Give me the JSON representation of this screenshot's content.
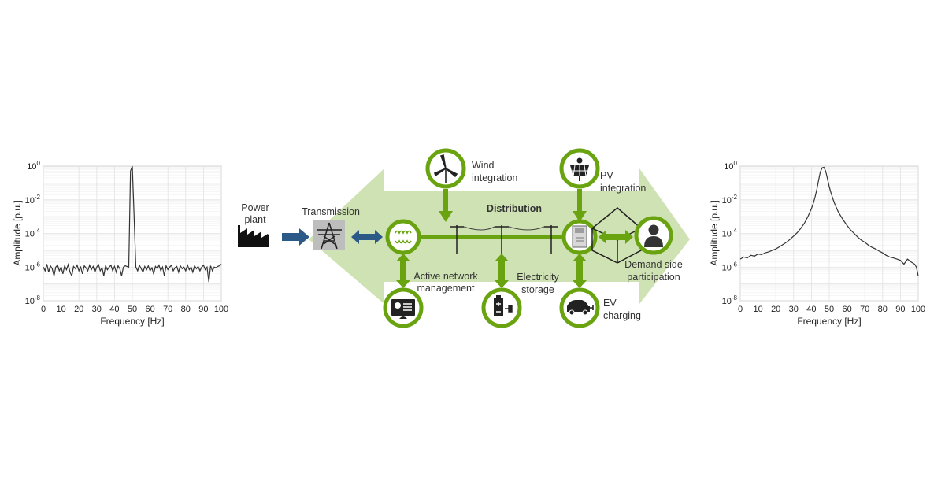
{
  "chart_data": [
    {
      "type": "line",
      "xlabel": "Frequency [Hz]",
      "ylabel": "Amplitude [p.u.]",
      "xlim": [
        0,
        100
      ],
      "ylim_log10": [
        -8,
        0
      ],
      "yscale": "log",
      "grid": true,
      "x_ticks": [
        "0",
        "10",
        "20",
        "30",
        "40",
        "50",
        "60",
        "70",
        "80",
        "90",
        "100"
      ],
      "y_ticks": [
        {
          "base": "10",
          "exp": "0"
        },
        {
          "base": "10",
          "exp": "-2"
        },
        {
          "base": "10",
          "exp": "-4"
        },
        {
          "base": "10",
          "exp": "-6"
        },
        {
          "base": "10",
          "exp": "-8"
        }
      ],
      "series": [
        {
          "x": [
            0,
            1,
            2,
            3,
            4,
            5,
            6,
            7,
            8,
            9,
            10,
            11,
            12,
            13,
            14,
            15,
            16,
            17,
            18,
            19,
            20,
            21,
            22,
            23,
            24,
            25,
            26,
            27,
            28,
            29,
            30,
            31,
            32,
            33,
            34,
            35,
            36,
            37,
            38,
            39,
            40,
            41,
            42,
            43,
            44,
            45,
            46,
            47,
            48,
            49,
            50,
            51,
            52,
            53,
            54,
            55,
            56,
            57,
            58,
            59,
            60,
            61,
            62,
            63,
            64,
            65,
            66,
            67,
            68,
            69,
            70,
            71,
            72,
            73,
            74,
            75,
            76,
            77,
            78,
            79,
            80,
            81,
            82,
            83,
            84,
            85,
            86,
            87,
            88,
            89,
            90,
            91,
            92,
            93,
            94,
            95,
            96,
            97,
            98,
            99,
            100
          ],
          "y": [
            1e-06,
            6e-07,
            1.5e-06,
            5e-07,
            1.2e-06,
            8e-07,
            3e-07,
            1e-06,
            1.3e-06,
            6e-07,
            1e-06,
            4e-07,
            1.2e-06,
            7e-07,
            1.4e-06,
            5e-07,
            3e-07,
            1.1e-06,
            8e-07,
            1.3e-06,
            6e-07,
            1e-06,
            4e-07,
            1.2e-06,
            9e-07,
            6e-07,
            1.3e-06,
            7e-07,
            1.1e-06,
            5e-07,
            1e-06,
            1.4e-06,
            6e-07,
            9e-07,
            3e-07,
            1.2e-06,
            7e-07,
            1e-06,
            1.3e-06,
            6e-07,
            1.1e-06,
            5e-07,
            1.2e-06,
            8e-07,
            3e-07,
            1e-06,
            1.2e-06,
            1.1e-06,
            1e-06,
            0.5,
            1.0,
            0.001,
            1e-06,
            6e-07,
            1.3e-06,
            8e-07,
            5e-07,
            1.1e-06,
            7e-07,
            1.2e-06,
            6e-07,
            9e-07,
            4e-07,
            1.1e-06,
            8e-07,
            1.3e-06,
            6e-07,
            1e-06,
            3e-07,
            1.2e-06,
            7e-07,
            1e-06,
            1.3e-06,
            6e-07,
            9e-07,
            1.1e-06,
            5e-07,
            1.2e-06,
            8e-07,
            1e-06,
            6e-07,
            1.3e-06,
            7e-07,
            1e-06,
            5e-07,
            1.2e-06,
            8e-07,
            1.1e-06,
            6e-07,
            1e-06,
            1.3e-06,
            7e-07,
            1e-06,
            1.3e-07,
            1.2e-06,
            6e-07,
            1e-06,
            9e-07,
            1.1e-06,
            1.2e-06,
            1.5e-06
          ]
        }
      ]
    },
    {
      "type": "line",
      "xlabel": "Frequency [Hz]",
      "ylabel": "Amplitude [p.u.]",
      "xlim": [
        0,
        100
      ],
      "ylim_log10": [
        -8,
        0
      ],
      "yscale": "log",
      "grid": true,
      "x_ticks": [
        "0",
        "10",
        "20",
        "30",
        "40",
        "50",
        "60",
        "70",
        "80",
        "90",
        "100"
      ],
      "y_ticks": [
        {
          "base": "10",
          "exp": "0"
        },
        {
          "base": "10",
          "exp": "-2"
        },
        {
          "base": "10",
          "exp": "-4"
        },
        {
          "base": "10",
          "exp": "-6"
        },
        {
          "base": "10",
          "exp": "-8"
        }
      ],
      "series": [
        {
          "x": [
            0,
            2,
            4,
            6,
            8,
            10,
            12,
            14,
            16,
            18,
            20,
            22,
            24,
            26,
            28,
            30,
            32,
            34,
            36,
            38,
            40,
            41,
            42,
            43,
            44,
            45,
            46,
            47,
            48,
            49,
            50,
            51,
            52,
            53,
            54,
            55,
            56,
            58,
            60,
            62,
            64,
            66,
            68,
            70,
            72,
            74,
            76,
            78,
            80,
            82,
            84,
            86,
            88,
            90,
            92,
            94,
            96,
            98,
            99,
            100
          ],
          "y": [
            3e-06,
            4e-06,
            3.5e-06,
            5e-06,
            4.5e-06,
            6e-06,
            5.5e-06,
            7e-06,
            8e-06,
            1e-05,
            1.2e-05,
            1.6e-05,
            2.2e-05,
            3e-05,
            4.5e-05,
            7e-05,
            0.00011,
            0.0002,
            0.0004,
            0.001,
            0.003,
            0.006,
            0.014,
            0.04,
            0.14,
            0.45,
            0.8,
            0.85,
            0.5,
            0.18,
            0.06,
            0.025,
            0.012,
            0.006,
            0.0035,
            0.002,
            0.0013,
            0.0006,
            0.0003,
            0.00016,
            0.0001,
            6e-05,
            4e-05,
            3e-05,
            2e-05,
            1.5e-05,
            1.2e-05,
            9e-06,
            7e-06,
            5e-06,
            4e-06,
            3.5e-06,
            3e-06,
            2.5e-06,
            1.5e-06,
            3e-06,
            2e-06,
            1.5e-06,
            1e-06,
            3e-07
          ]
        }
      ]
    }
  ],
  "diagram": {
    "labels": {
      "power_plant": [
        "Power",
        "plant"
      ],
      "transmission": "Transmission",
      "distribution": "Distribution",
      "wind": [
        "Wind",
        "integration"
      ],
      "pv": [
        "PV",
        "integration"
      ],
      "demand": [
        "Demand side",
        "participation"
      ],
      "active": [
        "Active network",
        "management"
      ],
      "storage": [
        "Electricity",
        "storage"
      ],
      "ev": [
        "EV",
        "charging"
      ]
    },
    "colors": {
      "green": "#6aa310",
      "light_green": "#cfe2b3",
      "blue_arrow": "#2c5a86",
      "plot_line": "#333333"
    }
  }
}
